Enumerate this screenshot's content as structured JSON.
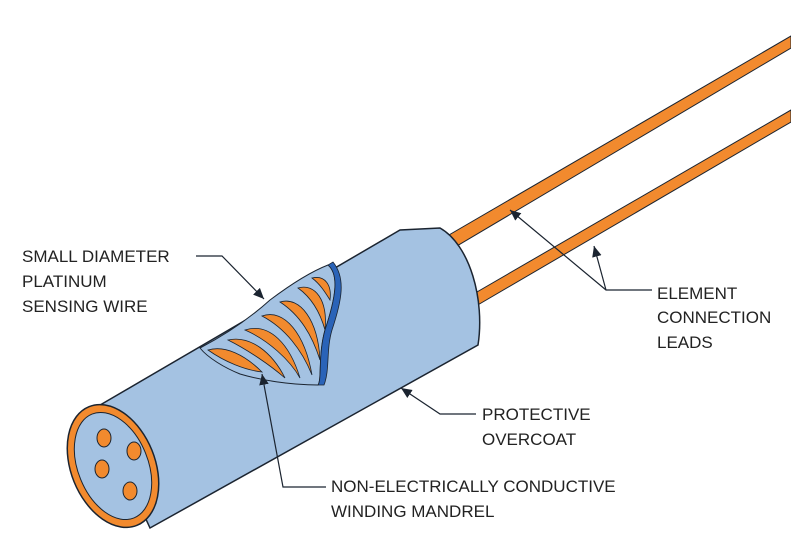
{
  "colors": {
    "overcoat": "#a4c2e2",
    "wire": "#f28a2e",
    "outline": "#1b2430",
    "cut_edge": "#2a63b8"
  },
  "labels": {
    "sensing_wire": [
      "SMALL DIAMETER",
      "PLATINUM",
      "SENSING WIRE"
    ],
    "leads": [
      "ELEMENT",
      "CONNECTION",
      "LEADS"
    ],
    "overcoat": [
      "PROTECTIVE",
      "OVERCOAT"
    ],
    "mandrel": [
      "NON-ELECTRICALLY CONDUCTIVE",
      "WINDING MANDREL"
    ]
  }
}
